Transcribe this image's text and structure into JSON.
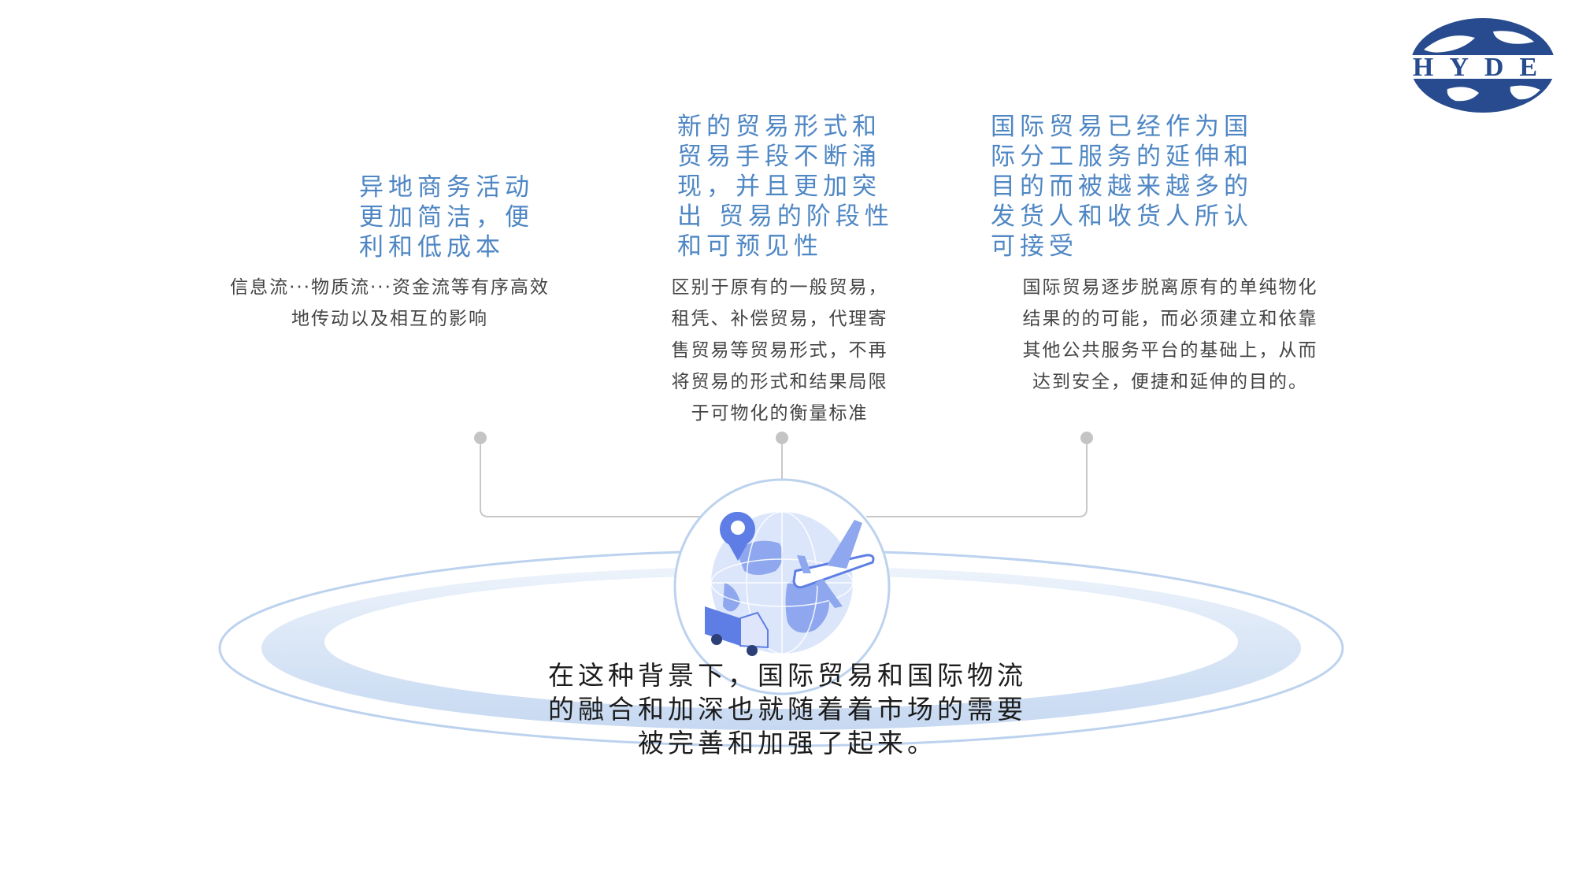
{
  "logo": {
    "text": "HYDE",
    "icon": "globe-logo-icon",
    "color": "#274b8e"
  },
  "columns": [
    {
      "title": "异地商务活动\n更加简洁，便\n利和低成本",
      "body": "信息流···物质流···资金流等有序高效\n地传动以及相互的影响"
    },
    {
      "title": "新的贸易形式和\n贸易手段不断涌\n现，并且更加突\n出 贸易的阶段性\n和可预见性",
      "body": "区别于原有的一般贸易，\n租凭、补偿贸易，代理寄\n售贸易等贸易形式，不再\n将贸易的形式和结果局限\n于可物化的衡量标准"
    },
    {
      "title": "国际贸易已经作为国\n际分工服务的延伸和\n目的而被越来越多的\n发货人和收货人所认\n可接受",
      "body": "国际贸易逐步脱离原有的单纯物化\n结果的的可能，而必须建立和依靠\n其他公共服务平台的基础上，从而\n达到安全，便捷和延伸的目的。"
    }
  ],
  "conclusion": "在这种背景下，国际贸易和国际物流\n的融合和加深也就随着着市场的需要\n被完善和加强了起来。",
  "center_icon": "globe-logistics-icon",
  "colors": {
    "title_blue": "#4f87c4",
    "body_gray": "#444444",
    "connector_gray": "#c8c8c8",
    "ring_blue": "#b9d0ee",
    "logo_navy": "#274b8e"
  }
}
